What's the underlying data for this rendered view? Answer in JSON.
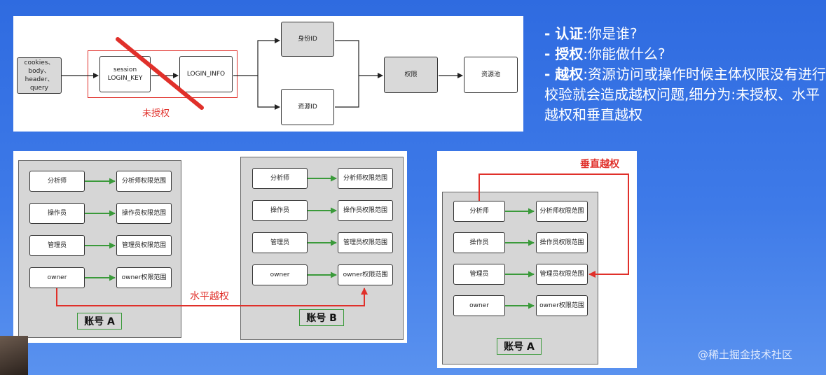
{
  "top_diagram": {
    "input_box": "cookies、\nbody、\nheader、\nquery",
    "session_box": "session\nLOGIN_KEY",
    "login_info_box": "LOGIN_INFO",
    "identity_id_box": "身份ID",
    "resource_id_box": "资源ID",
    "permission_box": "权限",
    "resource_pool_box": "资源池",
    "unauthorized_label": "未授权"
  },
  "bullets": {
    "auth_term": "- 认证",
    "auth_desc": ":你是谁?",
    "authz_term": "- 授权",
    "authz_desc": ":你能做什么?",
    "priv_term": "- 越权",
    "priv_desc": ":资源访问或操作时候主体权限没有进行校验就会造成越权问题,细分为:未授权、水平越权和垂直越权"
  },
  "horizontal_diagram": {
    "account_a": {
      "label": "账号 A",
      "roles": [
        "分析师",
        "操作员",
        "管理员",
        "owner"
      ],
      "scopes": [
        "分析师权限范围",
        "操作员权限范围",
        "管理员权限范围",
        "owner权限范围"
      ]
    },
    "account_b": {
      "label": "账号 B",
      "roles": [
        "分析师",
        "操作员",
        "管理员",
        "owner"
      ],
      "scopes": [
        "分析师权限范围",
        "操作员权限范围",
        "管理员权限范围",
        "owner权限范围"
      ]
    },
    "escalation_label": "水平越权"
  },
  "vertical_diagram": {
    "account": {
      "label": "账号 A",
      "roles": [
        "分析师",
        "操作员",
        "管理员",
        "owner"
      ],
      "scopes": [
        "分析师权限范围",
        "操作员权限范围",
        "管理员权限范围",
        "owner权限范围"
      ]
    },
    "escalation_label": "垂直越权"
  },
  "watermark": "@稀土掘金技术社区",
  "colors": {
    "background": "#3572e4",
    "arrow_green": "#3a9a3a",
    "highlight_red": "#e0302a",
    "account_gray": "#d6d6d6"
  }
}
